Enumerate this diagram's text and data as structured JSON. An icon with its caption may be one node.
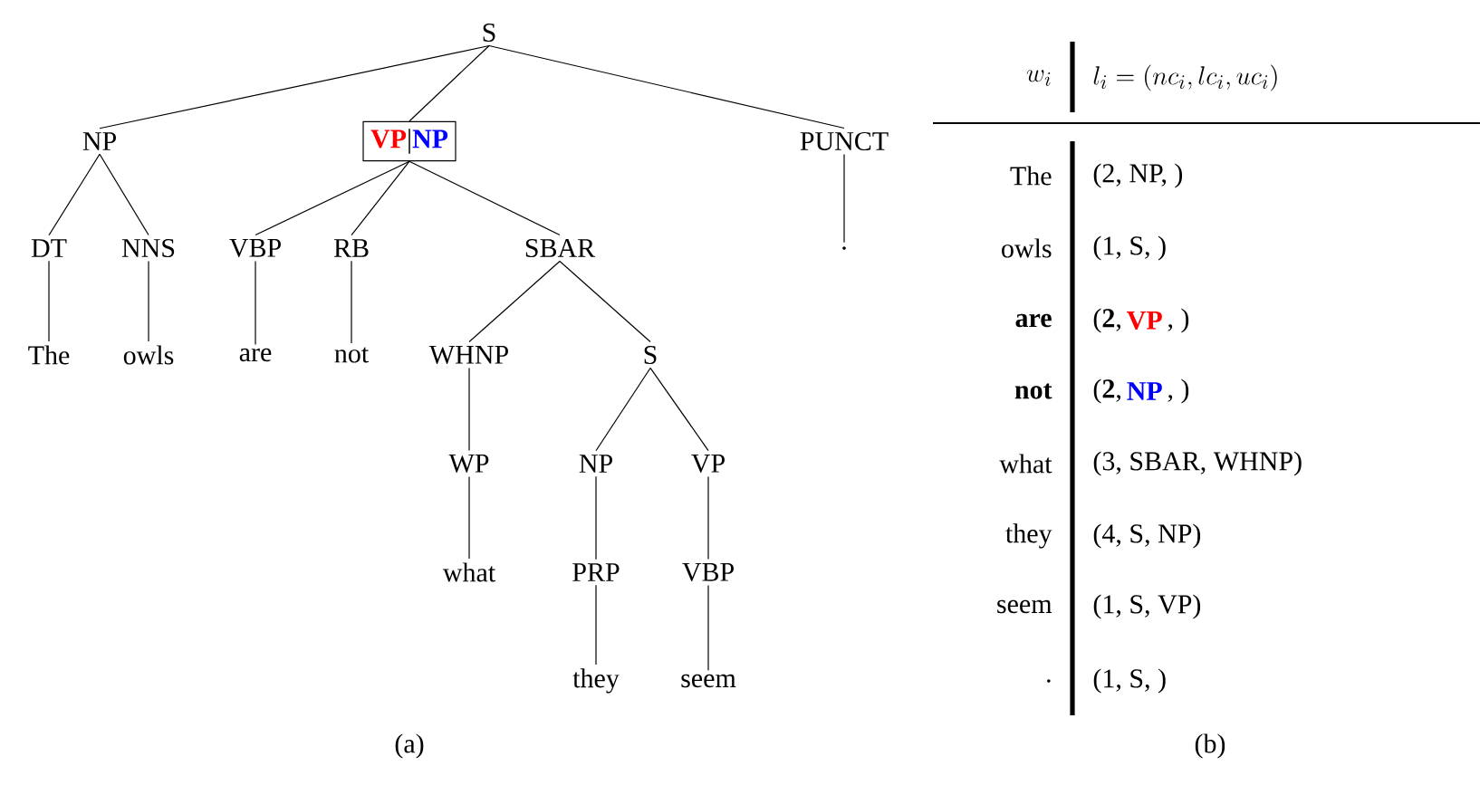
{
  "diagram": {
    "nodes": [
      {
        "text": [
          "S"
        ]
      },
      {
        "text": [
          "NP"
        ]
      },
      {
        "text": [
          "VP",
          "|",
          "NP"
        ]
      },
      {
        "text": [
          "PUNCT"
        ]
      },
      {
        "text": [
          "DT"
        ]
      },
      {
        "text": [
          "NNS"
        ]
      },
      {
        "text": [
          "VBP"
        ]
      },
      {
        "text": [
          "RB"
        ]
      },
      {
        "text": [
          "SBAR"
        ]
      },
      {
        "text": [
          "."
        ]
      },
      {
        "text": [
          "The"
        ]
      },
      {
        "text": [
          "owls"
        ]
      },
      {
        "text": [
          "are"
        ]
      },
      {
        "text": [
          "not"
        ]
      },
      {
        "text": [
          "WHNP"
        ]
      },
      {
        "text": [
          "S"
        ]
      },
      {
        "text": [
          "WP"
        ]
      },
      {
        "text": [
          "NP"
        ]
      },
      {
        "text": [
          "VP"
        ]
      },
      {
        "text": [
          "what"
        ]
      },
      {
        "text": [
          "PRP"
        ]
      },
      {
        "text": [
          "VBP"
        ]
      },
      {
        "text": [
          "they"
        ]
      },
      {
        "text": [
          "seem"
        ]
      }
    ],
    "edges": [
      {
        "from": 0,
        "to": 1,
        "arrow": "none"
      },
      {
        "from": 0,
        "to": 2,
        "arrow": "none"
      },
      {
        "from": 0,
        "to": 3,
        "arrow": "none"
      },
      {
        "from": 1,
        "to": 4,
        "arrow": "none"
      },
      {
        "from": 1,
        "to": 5,
        "arrow": "none"
      },
      {
        "from": 2,
        "to": 6,
        "arrow": "none"
      },
      {
        "from": 2,
        "to": 7,
        "arrow": "none"
      },
      {
        "from": 2,
        "to": 8,
        "arrow": "none"
      },
      {
        "from": 3,
        "to": 9,
        "arrow": "none"
      },
      {
        "from": 4,
        "to": 10,
        "arrow": "none"
      },
      {
        "from": 5,
        "to": 11,
        "arrow": "none"
      },
      {
        "from": 6,
        "to": 12,
        "arrow": "none"
      },
      {
        "from": 7,
        "to": 13,
        "arrow": "none"
      },
      {
        "from": 8,
        "to": 14,
        "arrow": "none"
      },
      {
        "from": 8,
        "to": 15,
        "arrow": "none"
      },
      {
        "from": 14,
        "to": 16,
        "arrow": "none"
      },
      {
        "from": 15,
        "to": 17,
        "arrow": "none"
      },
      {
        "from": 15,
        "to": 18,
        "arrow": "none"
      },
      {
        "from": 16,
        "to": 19,
        "arrow": "none"
      },
      {
        "from": 17,
        "to": 20,
        "arrow": "none"
      },
      {
        "from": 18,
        "to": 21,
        "arrow": "none"
      },
      {
        "from": 20,
        "to": 22,
        "arrow": "none"
      },
      {
        "from": 21,
        "to": 23,
        "arrow": "none"
      }
    ],
    "labels": [
      "w_i",
      "l_i = (nc_i, lc_i, uc_i)",
      "The",
      "(2, NP, )",
      "owls",
      "(1, S, )",
      "are",
      "(**2**,",
      "VP",
      ", )",
      "not",
      "(**2**,",
      "NP",
      ", )",
      "what",
      "(3, SBAR, WHNP)",
      "they",
      "(4, S, NP)",
      "seem",
      "(1, S, VP)",
      ".",
      "(1, S, )",
      "(a)",
      "(b)"
    ]
  }
}
